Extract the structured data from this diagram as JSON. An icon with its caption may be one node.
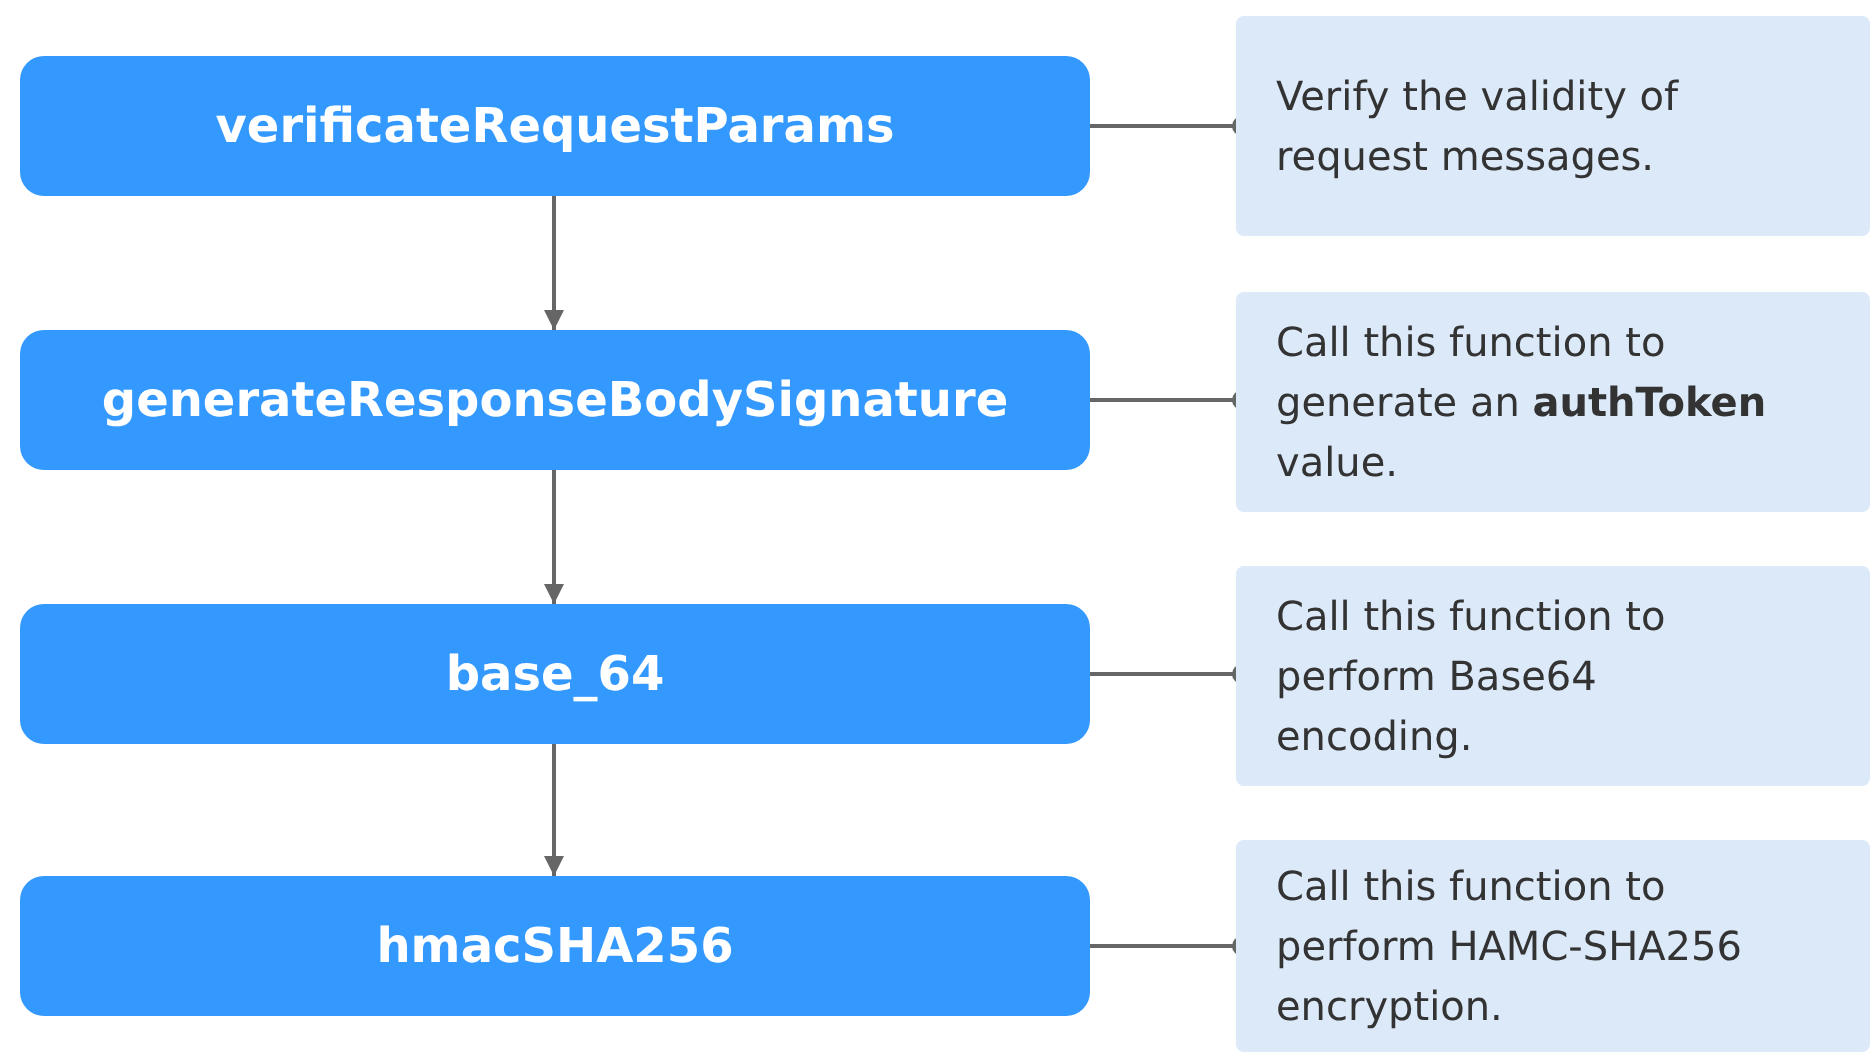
{
  "diagram": {
    "nodes": [
      {
        "text": [
          "verificateRequestParams"
        ]
      },
      {
        "text": [
          "Verify the validity of request messages."
        ]
      },
      {
        "text": [
          "generateResponseBodySignature"
        ]
      },
      {
        "text": [
          "Call this function to generate an **authToken** value."
        ]
      },
      {
        "text": [
          "base_64"
        ]
      },
      {
        "text": [
          "Call this function to perform Base64 encoding."
        ]
      },
      {
        "text": [
          "hmacSHA256"
        ]
      },
      {
        "text": [
          "Call this function to perform HAMC-SHA256 encryption."
        ]
      }
    ],
    "edges": [
      {
        "from": 0,
        "to": 2,
        "arrow": "to"
      },
      {
        "from": 2,
        "to": 4,
        "arrow": "to"
      },
      {
        "from": 4,
        "to": 6,
        "arrow": "to"
      },
      {
        "from": 0,
        "to": 1,
        "arrow": "other"
      },
      {
        "from": 2,
        "to": 3,
        "arrow": "other"
      },
      {
        "from": 4,
        "to": 5,
        "arrow": "other"
      },
      {
        "from": 6,
        "to": 7,
        "arrow": "other"
      }
    ]
  }
}
